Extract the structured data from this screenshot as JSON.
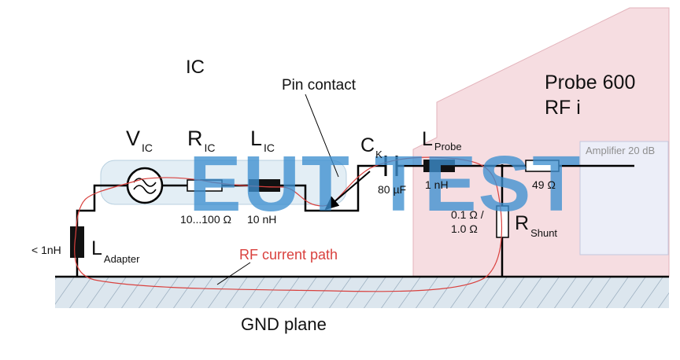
{
  "labels": {
    "ic": "IC",
    "pin_contact": "Pin contact",
    "probe_line1": "Probe 600",
    "probe_line2": "RF i",
    "amplifier": "Amplifier 20 dB",
    "v_ic": "V",
    "v_ic_sub": "IC",
    "r_ic": "R",
    "r_ic_sub": "IC",
    "r_ic_value": "10...100 Ω",
    "l_ic": "L",
    "l_ic_sub": "IC",
    "l_ic_value": "10 nH",
    "c_k": "C",
    "c_k_sub": "K",
    "c_k_value": "80 µF",
    "l_probe": "L",
    "l_probe_sub": "Probe",
    "l_probe_value": "1 nH",
    "r_49_value": "49 Ω",
    "r_shunt": "R",
    "r_shunt_sub": "Shunt",
    "r_shunt_value1": "0.1 Ω /",
    "r_shunt_value2": "1.0 Ω",
    "l_adapter": "L",
    "l_adapter_sub": "Adapter",
    "l_adapter_value": "< 1nH",
    "rf_current_path": "RF current path",
    "gnd_plane": "GND plane"
  },
  "watermark": "EUT TEST",
  "colors": {
    "probe_body": "#f6dde1",
    "probe_edge": "#e3b3bb",
    "amplifier_box": "#eceef8",
    "amplifier_edge": "#c3c8de",
    "gnd_fill": "#dce6ee",
    "gnd_hatch": "#9fb2c2",
    "rf_path": "#d9413e",
    "wire": "#000000",
    "watermark": "#3d8fd0"
  }
}
